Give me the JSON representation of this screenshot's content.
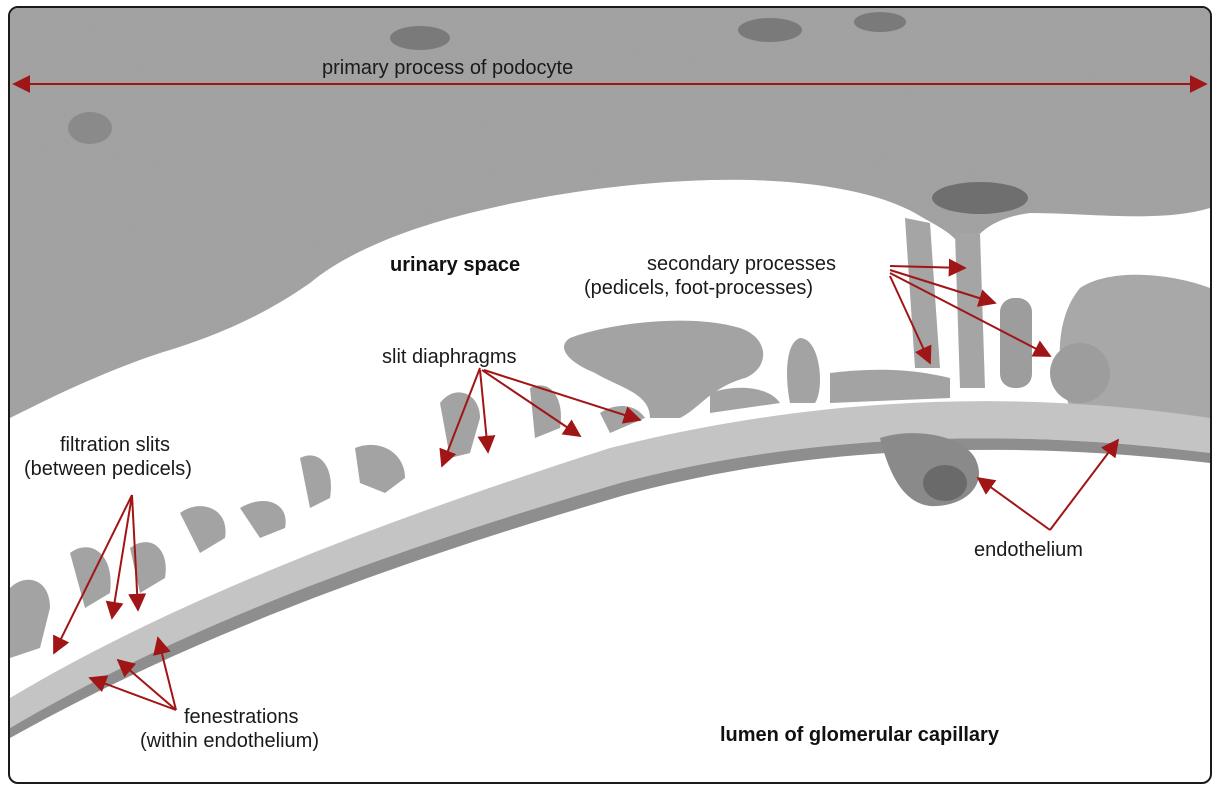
{
  "colors": {
    "annotation": "#a01515",
    "tissue": "#9a9a9a",
    "background": "#ffffff",
    "text": "#1a1a1a"
  },
  "labels": {
    "primary_process": "primary process of podocyte",
    "urinary_space": "urinary space",
    "secondary_line1": "secondary processes",
    "secondary_line2": "(pedicels, foot-processes)",
    "slit_diaphragms": "slit diaphragms",
    "filtration_line1": "filtration slits",
    "filtration_line2": "(between pedicels)",
    "endothelium": "endothelium",
    "fenestrations_line1": "fenestrations",
    "fenestrations_line2": "(within endothelium)",
    "lumen": "lumen of glomerular capillary"
  }
}
